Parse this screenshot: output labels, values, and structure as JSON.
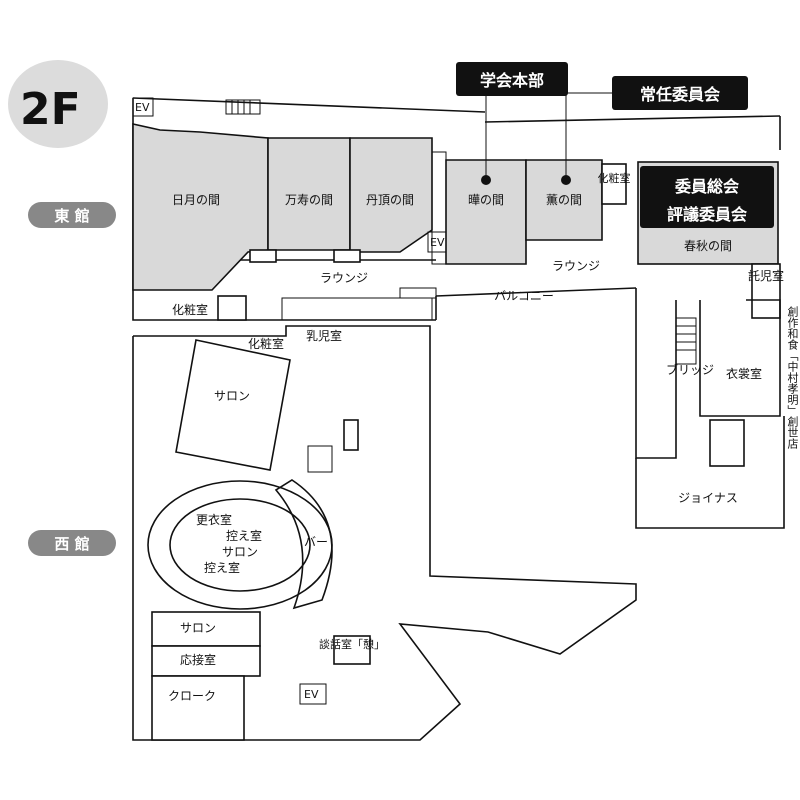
{
  "floor_label": "2F",
  "buildings": {
    "east": "東 館",
    "west": "西 館"
  },
  "rooms": {
    "nichigetsu": "日月の間",
    "manju": "万寿の間",
    "tancho": "丹頂の間",
    "ka": "曄の間",
    "kun": "薫の間",
    "shunju": "春秋の間",
    "lounge1": "ラウンジ",
    "lounge2": "ラウンジ",
    "balcony": "バルコニー",
    "powder_east": "化粧室",
    "powder_east2": "化粧室",
    "powder_west": "化粧室",
    "nursing": "乳児室",
    "childcare": "託児室",
    "costume": "衣裳室",
    "bridge": "ブリッジ",
    "restaurant": "創作和食「中村孝明」創世店",
    "joinus": "ジョイナス",
    "salon1": "サロン",
    "changing": "更衣室",
    "waiting1": "控え室",
    "salon2": "サロン",
    "waiting2": "控え室",
    "bar": "バー",
    "salon3": "サロン",
    "reception": "応接室",
    "cloak": "クローク",
    "talk": "談話室「憩」",
    "ev": "EV"
  },
  "callouts": {
    "hq": "学会本部",
    "standing": "常任委員会",
    "general_line1": "委員総会",
    "general_line2": "評議委員会"
  },
  "colors": {
    "room_fill": "#d9d9d9",
    "callout_bg": "#111111",
    "badge_bg": "#888888"
  }
}
